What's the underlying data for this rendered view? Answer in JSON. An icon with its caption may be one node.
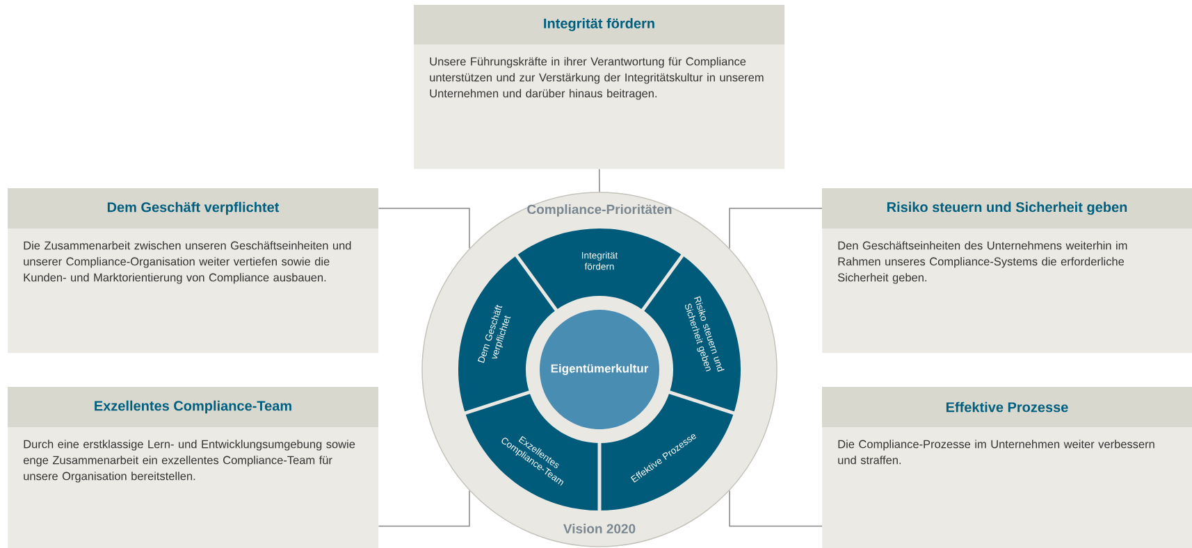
{
  "diagram": {
    "nodes": [
      {
        "text": [
          "Integrität fördern",
          "Unsere Führungskräfte in ihrer Verantwortung für Compliance unterstützen und zur Verstärkung der Integritätskultur in unserem Unternehmen und darüber hinaus beitragen."
        ]
      },
      {
        "text": [
          "Dem Geschäft verpflichtet",
          "Die Zusammenarbeit zwischen unseren Geschäftseinheiten und unserer Compliance-Organisation weiter vertiefen sowie die Kunden- und Marktorientierung von Compliance ausbauen."
        ]
      },
      {
        "text": [
          "Risiko steuern und Sicherheit geben",
          "Den Geschäftseinheiten des Unternehmens weiterhin im Rahmen unseres Compliance-Systems die erforderliche Sicherheit geben."
        ]
      },
      {
        "text": [
          "Exzellentes Compliance-Team",
          "Durch eine erstklassige Lern- und Entwicklungsumgebung sowie enge Zusammenarbeit ein exzellentes Compliance-Team für unsere Organisation bereitstellen."
        ]
      },
      {
        "text": [
          "Effektive Prozesse",
          "Die Compliance-Prozesse im Unternehmen weiter verbessern und straffen."
        ]
      },
      {
        "text": [
          "Compliance-Prioritäten",
          "Vision 2020"
        ]
      },
      {
        "text": [
          "Integrität fördern"
        ],
        "in": 5
      },
      {
        "text": [
          "Risiko steuern und Sicherheit geben"
        ],
        "in": 5
      },
      {
        "text": [
          "Effektive Prozesse"
        ],
        "in": 5
      },
      {
        "text": [
          "Exzellentes Compliance-Team"
        ],
        "in": 5
      },
      {
        "text": [
          "Dem Geschäft verpflichtet"
        ],
        "in": 5
      },
      {
        "text": [
          "Eigentümerkultur"
        ],
        "in": 5
      }
    ],
    "edges": [
      {
        "from": 0,
        "to": 5,
        "arrow": "none"
      },
      {
        "from": 1,
        "to": 5,
        "arrow": "none"
      },
      {
        "from": 2,
        "to": 5,
        "arrow": "none"
      },
      {
        "from": 3,
        "to": 5,
        "arrow": "none"
      },
      {
        "from": 4,
        "to": 5,
        "arrow": "none"
      }
    ]
  }
}
